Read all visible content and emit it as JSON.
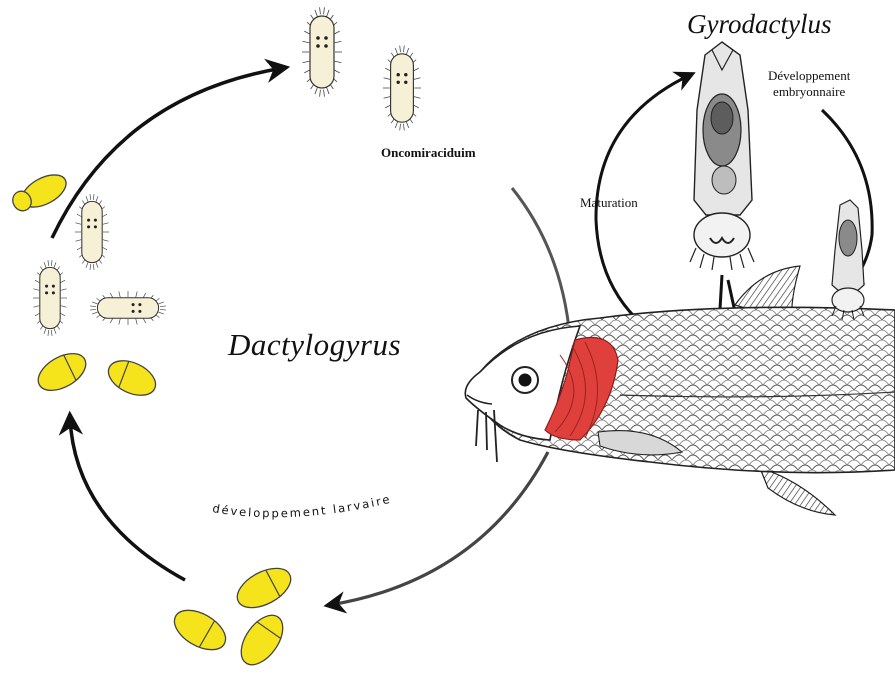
{
  "labels": {
    "dactylogyrus": "Dactylogyrus",
    "gyrodactylus": "Gyrodactylus",
    "oncomiracidium": "Oncomiraciduim",
    "maturation": "Maturation",
    "developpement_embryonnaire_line1": "Développement",
    "developpement_embryonnaire_line2": "embryonnaire",
    "developpement_larvaire": "développement larvaire"
  },
  "colors": {
    "egg_fill": "#f5e41c",
    "larva_fill": "#f6f0d6",
    "gill_red": "#e0403c",
    "arrow": "#111111"
  }
}
